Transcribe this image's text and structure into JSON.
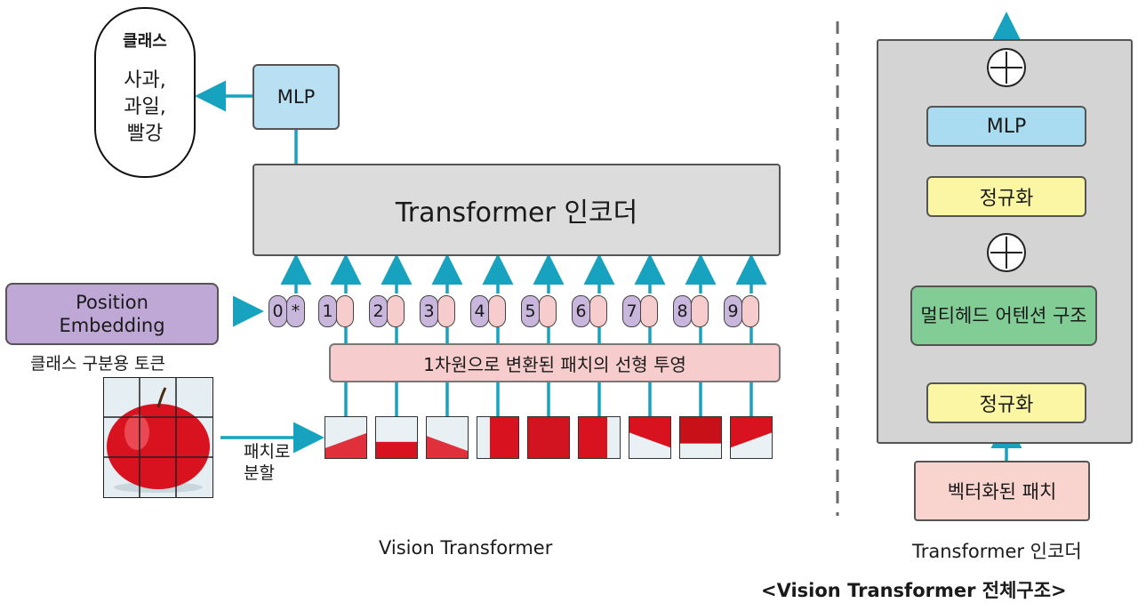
{
  "classes": {
    "title": "클래스",
    "items": [
      "사과,",
      "과일,",
      "빨강"
    ]
  },
  "vit": {
    "mlp_label": "MLP",
    "encoder_label": "Transformer 인코더",
    "position_embedding_label": "Position Embedding",
    "class_token_label": "클래스 구분용 토큰",
    "projection_label": "1차원으로 변환된 패치의 선형 투영",
    "split_label": "패치로 분할",
    "tokens": [
      "0",
      "1",
      "2",
      "3",
      "4",
      "5",
      "6",
      "7",
      "8",
      "9"
    ],
    "class_token_symbol": "*",
    "caption": "Vision Transformer"
  },
  "encoder_detail": {
    "mlp_label": "MLP",
    "norm_top_label": "정규화",
    "attention_label": "멀티헤드 어텐션 구조",
    "norm_bottom_label": "정규화",
    "input_label": "벡터화된 패치",
    "caption": "Transformer 인코더"
  },
  "figure_title": "<Vision Transformer 전체구조>",
  "colors": {
    "arrow": "#17a3bf",
    "apple_red": "#d8131f",
    "encoder_gray": "#dcdcdc",
    "mlp_blue": "#b9dff2",
    "position_purple": "#bfa8d6",
    "projection_pink": "#f6cccc",
    "norm_yellow": "#fbf6a4",
    "attention_green": "#82cc96"
  }
}
